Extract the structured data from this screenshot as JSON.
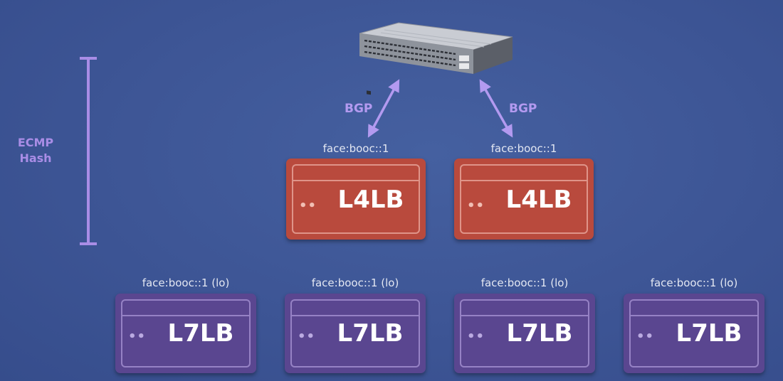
{
  "ecmp": {
    "line1": "ECMP",
    "line2": "Hash"
  },
  "bgp": [
    "BGP",
    "BGP"
  ],
  "l4": [
    {
      "address": "face:booc::1",
      "label": "L4LB"
    },
    {
      "address": "face:booc::1",
      "label": "L4LB"
    }
  ],
  "l7": [
    {
      "address": "face:booc::1 (lo)",
      "label": "L7LB"
    },
    {
      "address": "face:booc::1 (lo)",
      "label": "L7LB"
    },
    {
      "address": "face:booc::1 (lo)",
      "label": "L7LB"
    },
    {
      "address": "face:booc::1 (lo)",
      "label": "L7LB"
    }
  ],
  "colors": {
    "background": "#3e5796",
    "accent": "#a98de6",
    "l4_box": "#b94a3d",
    "l7_box": "#5a4690"
  },
  "icons": {
    "switch": "network-switch-icon"
  }
}
